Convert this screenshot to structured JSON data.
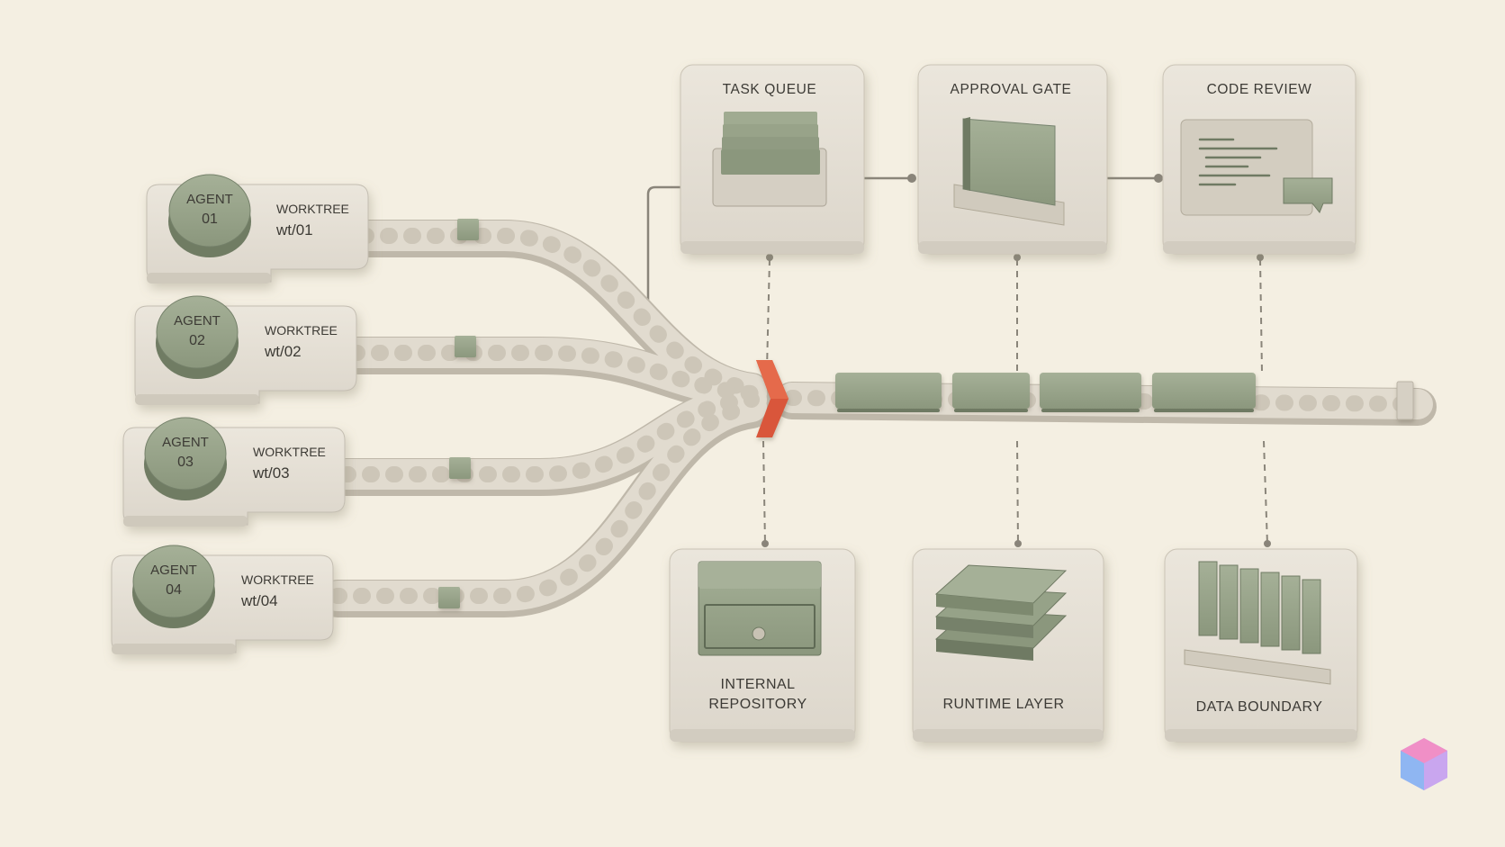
{
  "agents": [
    {
      "agent_label": "AGENT",
      "agent_number": "01",
      "worktree_label": "WORKTREE",
      "worktree_id": "wt/01"
    },
    {
      "agent_label": "AGENT",
      "agent_number": "02",
      "worktree_label": "WORKTREE",
      "worktree_id": "wt/02"
    },
    {
      "agent_label": "AGENT",
      "agent_number": "03",
      "worktree_label": "WORKTREE",
      "worktree_id": "wt/03"
    },
    {
      "agent_label": "AGENT",
      "agent_number": "04",
      "worktree_label": "WORKTREE",
      "worktree_id": "wt/04"
    }
  ],
  "top_stations": [
    {
      "label": "TASK QUEUE",
      "icon": "stacked-tray-icon"
    },
    {
      "label": "APPROVAL GATE",
      "icon": "gate-panel-icon"
    },
    {
      "label": "CODE REVIEW",
      "icon": "code-document-icon"
    }
  ],
  "bottom_stations": [
    {
      "label_line1": "INTERNAL",
      "label_line2": "REPOSITORY",
      "icon": "drawer-cabinet-icon"
    },
    {
      "label_line1": "RUNTIME LAYER",
      "label_line2": "",
      "icon": "layered-plates-icon"
    },
    {
      "label_line1": "DATA BOUNDARY",
      "label_line2": "",
      "icon": "fence-icon"
    }
  ],
  "merge_point": {
    "icon": "merge-chevron-icon",
    "color": "#d9573a"
  },
  "colors": {
    "background": "#f4efe2",
    "tile": "#e4dfd5",
    "tile_edge": "#c4beb2",
    "olive": "#98a48a",
    "olive_dark": "#6f7a63",
    "accent": "#d9573a",
    "text": "#3c3a35"
  },
  "logo": {
    "icon": "cube-logo-icon"
  }
}
